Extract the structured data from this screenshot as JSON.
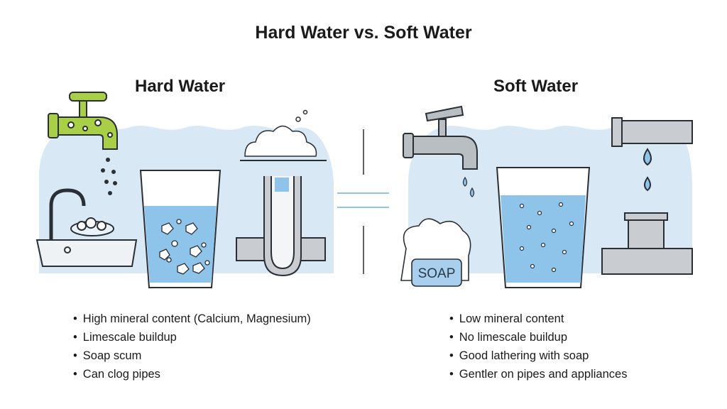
{
  "title": "Hard Water vs. Soft Water",
  "hard": {
    "heading": "Hard Water",
    "bullets": [
      "High mineral content (Calcium, Magnesium)",
      "Limescale buildup",
      "Soap scum",
      "Can clog pipes"
    ]
  },
  "soft": {
    "heading": "Soft Water",
    "soap_label": "SOAP",
    "bullets": [
      "Low mineral content",
      "No limescale buildup",
      "Good lathering with soap",
      "Gentler on pipes and appliances"
    ]
  },
  "colors": {
    "background_blue": "#d9e8f5",
    "water_blue": "#8ec3ea",
    "limescale_green": "#a8cf45",
    "outline": "#2a2f36"
  }
}
